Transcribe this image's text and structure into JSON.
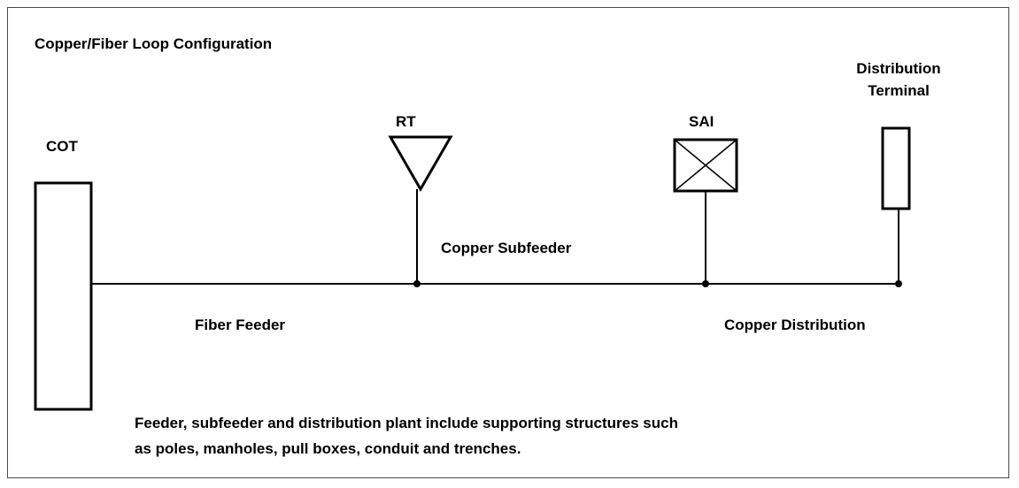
{
  "diagram": {
    "title": "Copper/Fiber Loop Configuration",
    "nodes": {
      "cot": "COT",
      "rt": "RT",
      "sai": "SAI",
      "distribution_terminal_line1": "Distribution",
      "distribution_terminal_line2": "Terminal"
    },
    "segments": {
      "fiber_feeder": "Fiber Feeder",
      "copper_subfeeder": "Copper Subfeeder",
      "copper_distribution": "Copper Distribution"
    },
    "note": {
      "line1": "Feeder, subfeeder and distribution plant include supporting structures such",
      "line2": "as poles, manholes, pull boxes, conduit and trenches."
    }
  }
}
